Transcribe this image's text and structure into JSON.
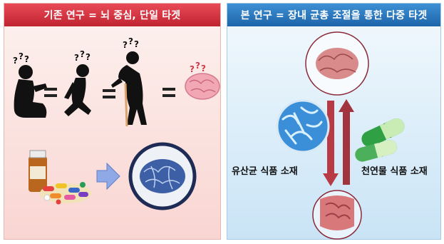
{
  "left_panel": {
    "title": "기존 연구 = 뇌 중심, 단일 타겟",
    "question_mark": "?"
  },
  "right_panel": {
    "title": "본 연구 = 장내 균총 조절을 통한 다중 타겟",
    "probiotic_label": "유산균 식품 소재",
    "natural_label": "천연물 식품 소재"
  },
  "colors": {
    "left_banner": "#d0313e",
    "right_banner": "#2a74bd",
    "up_arrow": "#a2343f",
    "down_arrow": "#b83a44"
  }
}
